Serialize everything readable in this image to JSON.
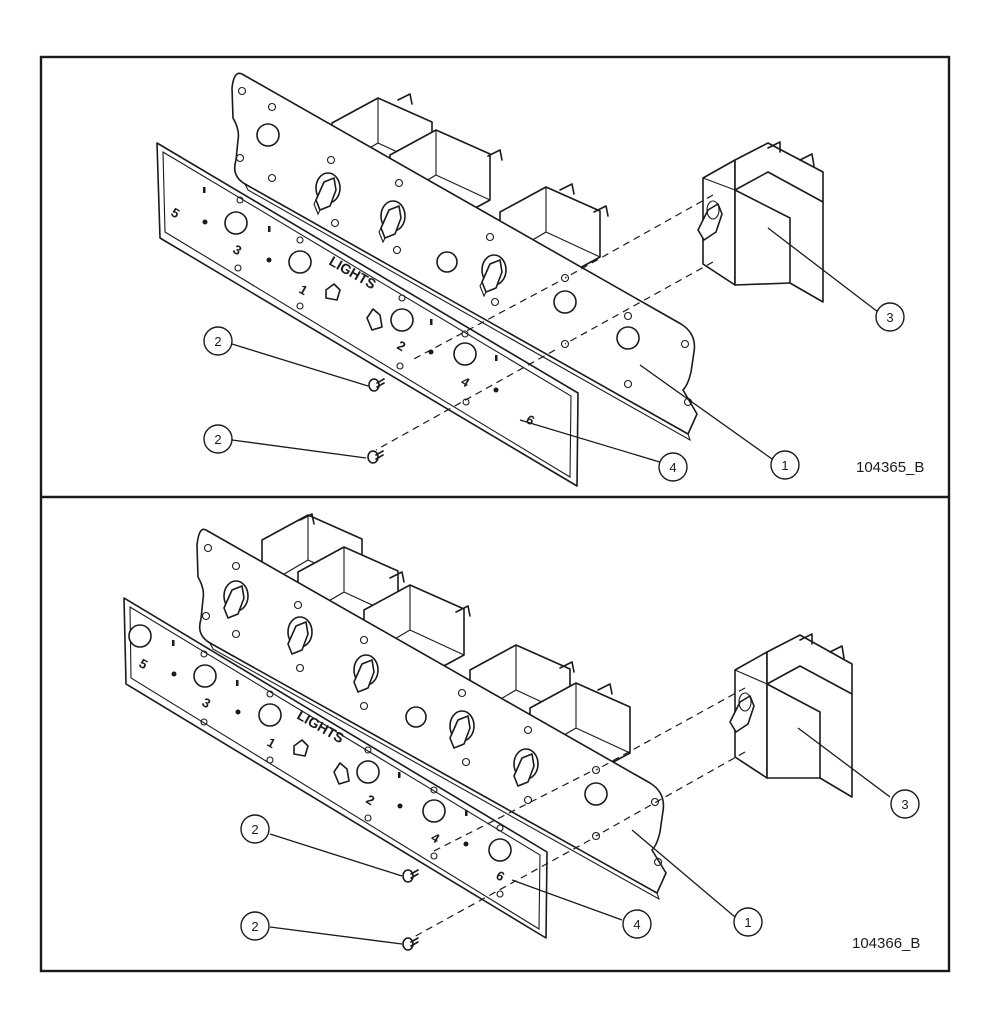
{
  "figures": [
    {
      "drawing_number": "104365_B",
      "panel_label": "LIGHTS",
      "switch_numbers": [
        "5",
        "3",
        "1",
        "2",
        "4",
        "6"
      ],
      "callouts": [
        "1",
        "2",
        "2",
        "3",
        "4"
      ]
    },
    {
      "drawing_number": "104366_B",
      "panel_label": "LIGHTS",
      "switch_numbers": [
        "5",
        "3",
        "1",
        "2",
        "4",
        "6"
      ],
      "callouts": [
        "1",
        "2",
        "2",
        "3",
        "4"
      ]
    }
  ]
}
